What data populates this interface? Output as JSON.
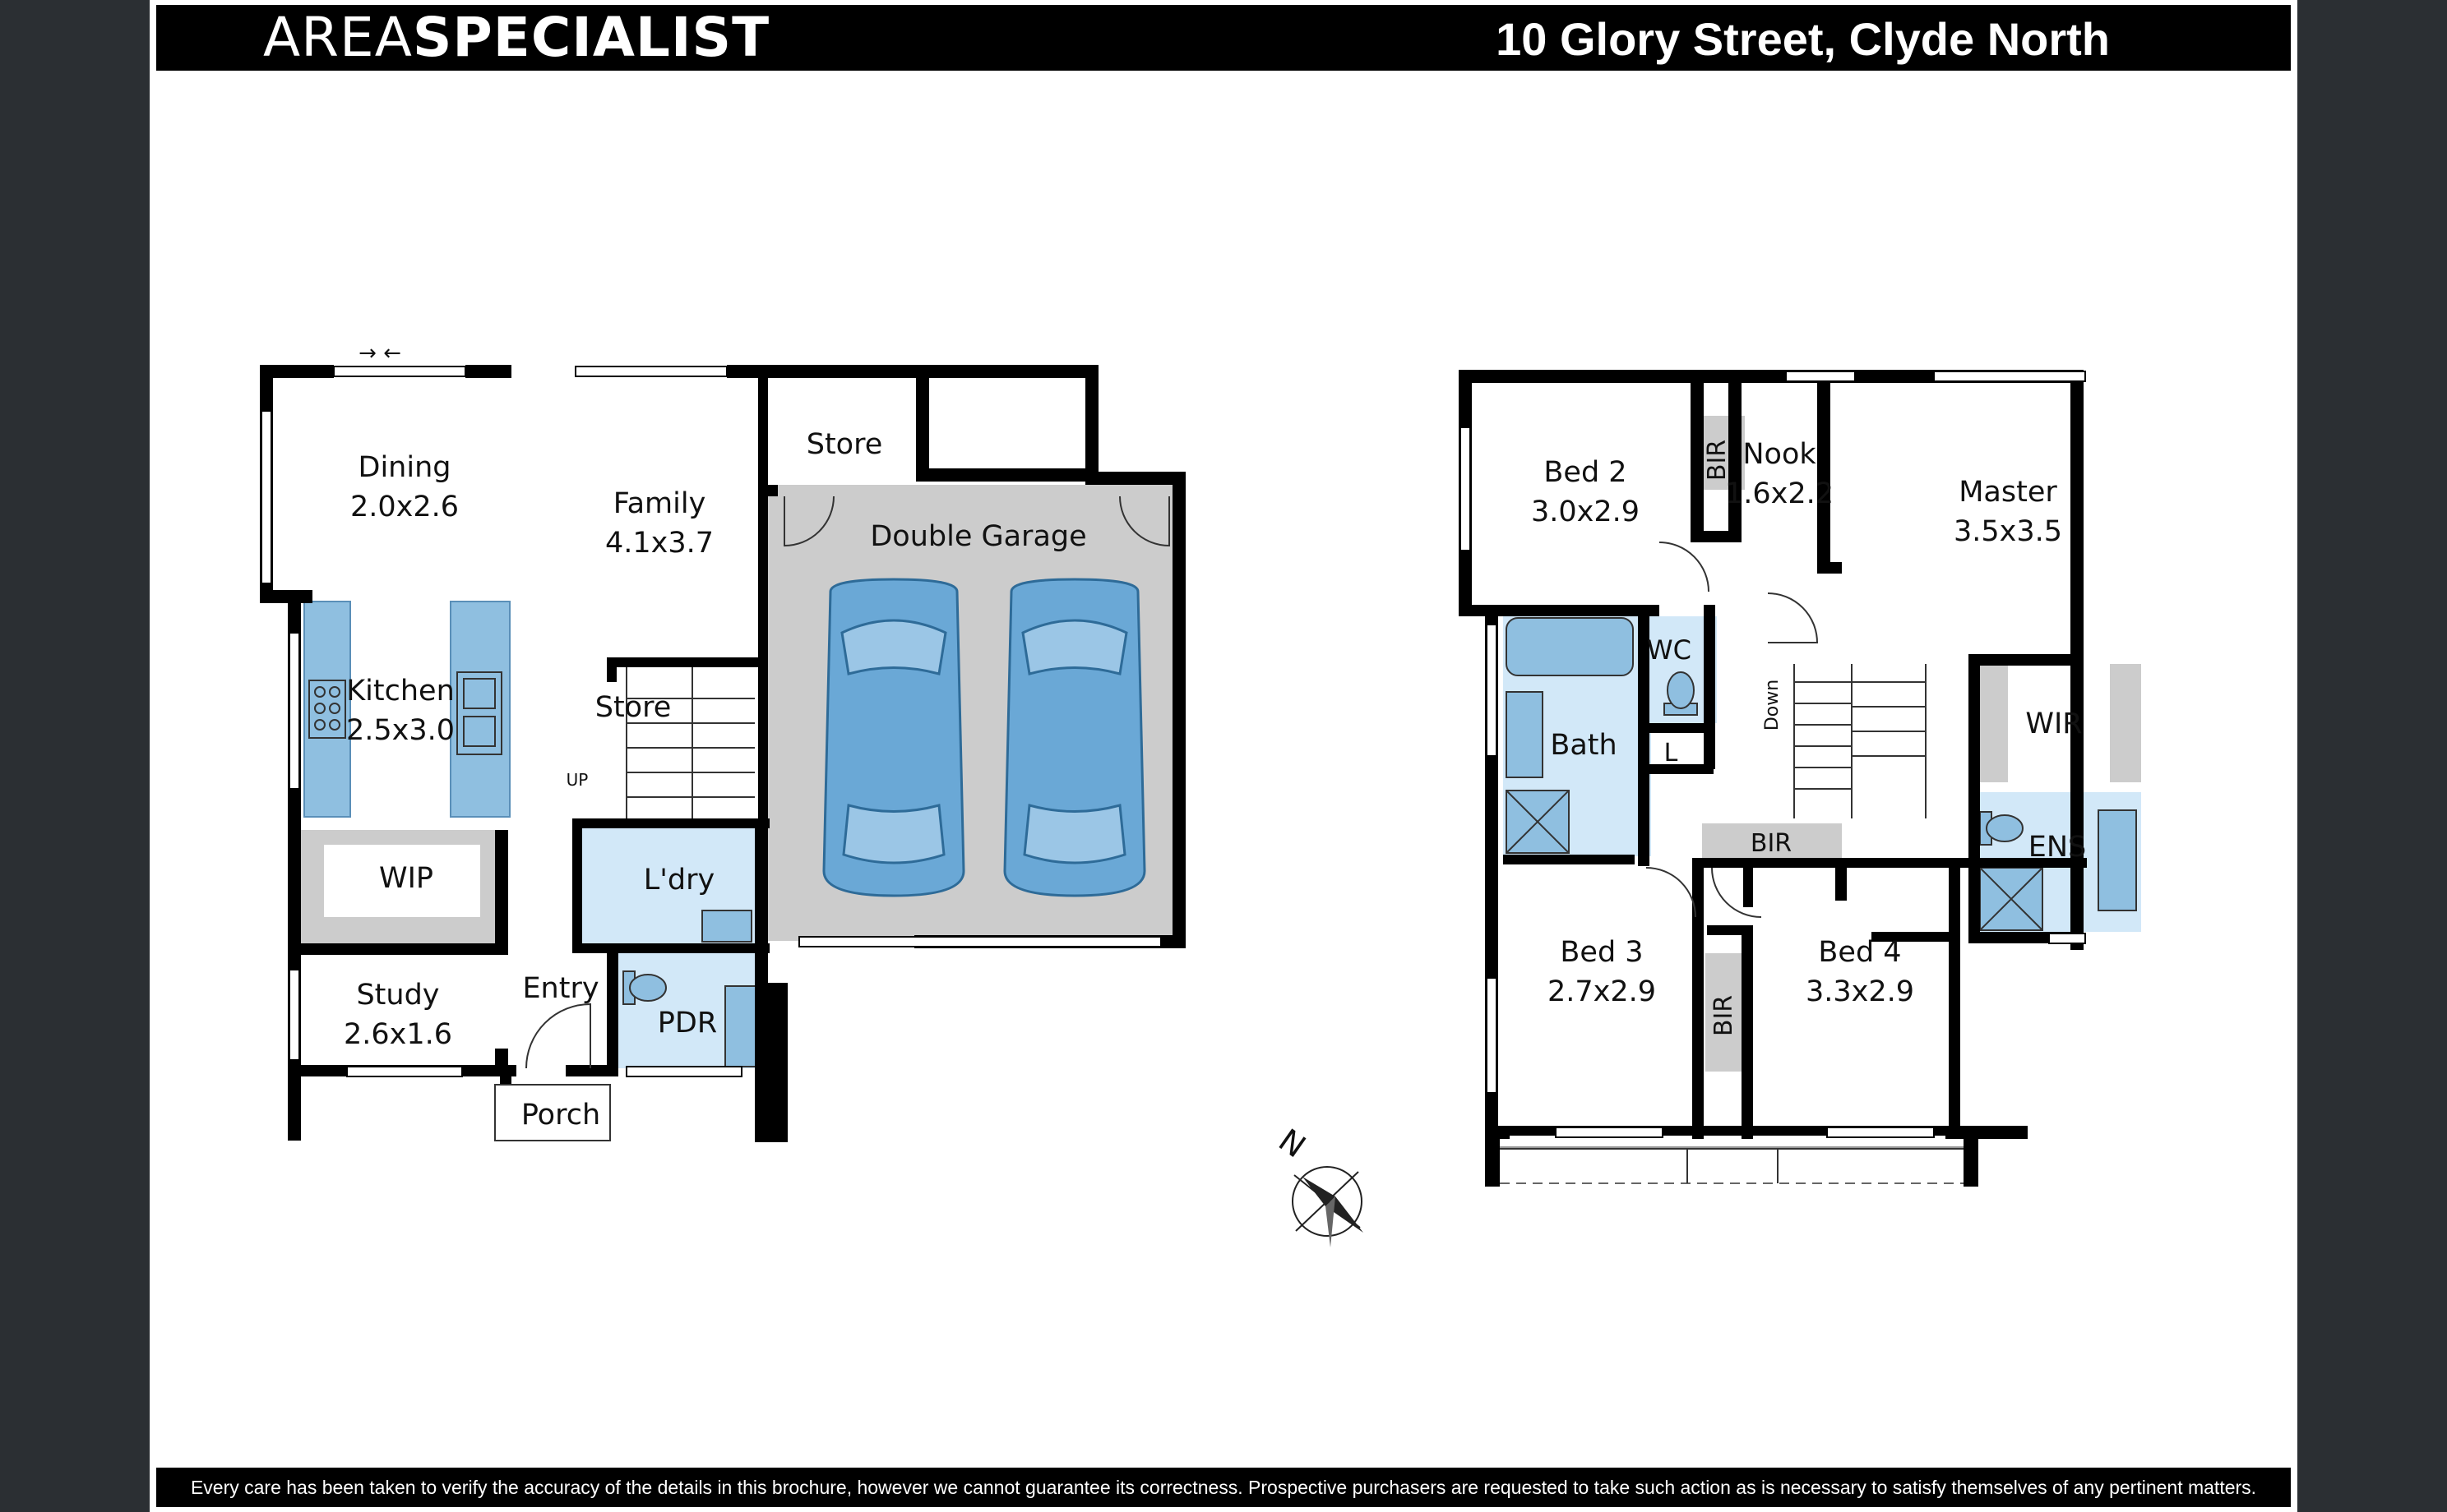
{
  "header": {
    "brand_light": "AREA",
    "brand_bold": "SPECIALIST",
    "address": "10 Glory Street, Clyde North"
  },
  "footer": {
    "disclaimer": "Every care has been taken to verify the accuracy of the details in this brochure, however we cannot guarantee its correctness. Prospective purchasers are requested to take such action as is necessary to satisfy themselves of any pertinent matters."
  },
  "colors": {
    "wall": "#000000",
    "fixture_blue": "#8fbfe0",
    "wet_area": "#d2e8f8",
    "garage": "#cccccc",
    "car": "#6aa8d6"
  },
  "ground_floor": {
    "dining": {
      "name": "Dining",
      "size": "2.0x2.6"
    },
    "family": {
      "name": "Family",
      "size": "4.1x3.7"
    },
    "store_garage": {
      "name": "Store"
    },
    "garage": {
      "name": "Double Garage"
    },
    "kitchen": {
      "name": "Kitchen",
      "size": "2.5x3.0"
    },
    "store_stair": {
      "name": "Store"
    },
    "up": "UP",
    "wip": {
      "name": "WIP"
    },
    "laundry": {
      "name": "L'dry"
    },
    "study": {
      "name": "Study",
      "size": "2.6x1.6"
    },
    "entry": {
      "name": "Entry"
    },
    "pdr": {
      "name": "PDR"
    },
    "porch": {
      "name": "Porch"
    }
  },
  "first_floor": {
    "bed2": {
      "name": "Bed 2",
      "size": "3.0x2.9"
    },
    "bir_bed2": "BIR",
    "nook": {
      "name": "Nook",
      "size": "1.6x2.2"
    },
    "master": {
      "name": "Master",
      "size": "3.5x3.5"
    },
    "wc": "WC",
    "bath": "Bath",
    "l": "L",
    "down": "Down",
    "wir": "WIR",
    "ens": "ENS",
    "bir_hall": "BIR",
    "bed3": {
      "name": "Bed 3",
      "size": "2.7x2.9"
    },
    "bir_bed3": "BIR",
    "bed4": {
      "name": "Bed 4",
      "size": "3.3x2.9"
    }
  },
  "compass": {
    "north": "N"
  }
}
